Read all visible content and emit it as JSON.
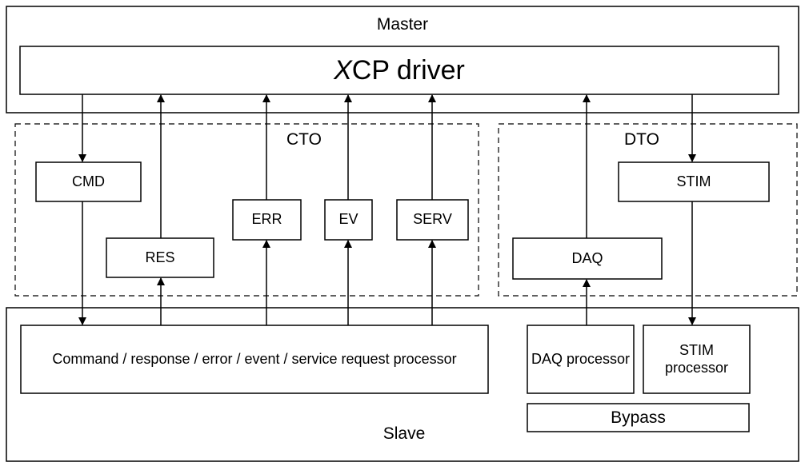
{
  "master": {
    "label": "Master"
  },
  "driver": {
    "prefix": "X",
    "rest": "CP driver"
  },
  "groups": {
    "cto": "CTO",
    "dto": "DTO"
  },
  "packets": {
    "cmd": "CMD",
    "res": "RES",
    "err": "ERR",
    "ev": "EV",
    "serv": "SERV",
    "daq": "DAQ",
    "stim": "STIM"
  },
  "processors": {
    "command": "Command / response / error / event / service request processor",
    "daq": "DAQ processor",
    "stim": "STIM processor",
    "bypass": "Bypass"
  },
  "slave": {
    "label": "Slave"
  }
}
